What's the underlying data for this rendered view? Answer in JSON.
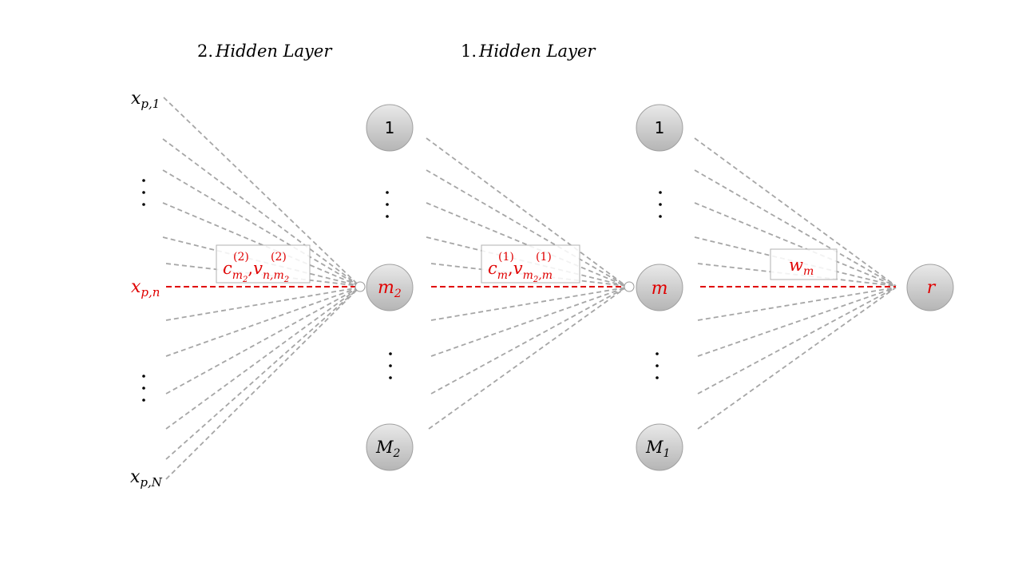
{
  "layers": {
    "layer2": {
      "number": "2.",
      "name": "Hidden Layer"
    },
    "layer1": {
      "number": "1.",
      "name": "Hidden Layer"
    }
  },
  "inputs": {
    "first": {
      "base": "x",
      "sub": "p,1"
    },
    "middle": {
      "base": "x",
      "sub": "p,n"
    },
    "last": {
      "base": "x",
      "sub": "p,N"
    }
  },
  "hidden2": {
    "top": {
      "label": "1"
    },
    "middle": {
      "base": "m",
      "sub": "2"
    },
    "bottom": {
      "base": "M",
      "sub": "2"
    }
  },
  "hidden1": {
    "top": {
      "label": "1"
    },
    "middle": {
      "label": "m"
    },
    "bottom": {
      "base": "M",
      "sub": "1"
    }
  },
  "output": {
    "label": "r"
  },
  "weights": {
    "w2": {
      "c_base": "c",
      "c_sub": "m",
      "c_subsub": "2",
      "c_sup": "(2)",
      "sep": ",",
      "v_base": "v",
      "v_sub": "n,m",
      "v_subsub": "2",
      "v_sup": "(2)"
    },
    "w1": {
      "c_base": "c",
      "c_sub": "m",
      "c_sup": "(1)",
      "sep": ",",
      "v_base": "v",
      "v_sub": "m",
      "v_subsub": "2",
      "v_sub2": ",m",
      "v_sup": "(1)"
    },
    "w0": {
      "base": "w",
      "sub": "m"
    }
  },
  "colors": {
    "highlight": "#e00000",
    "edge": "#a6a6a6",
    "node_fill_top": "#e6e6e6",
    "node_fill_bottom": "#b8b8b8",
    "node_stroke": "#a0a0a0"
  }
}
